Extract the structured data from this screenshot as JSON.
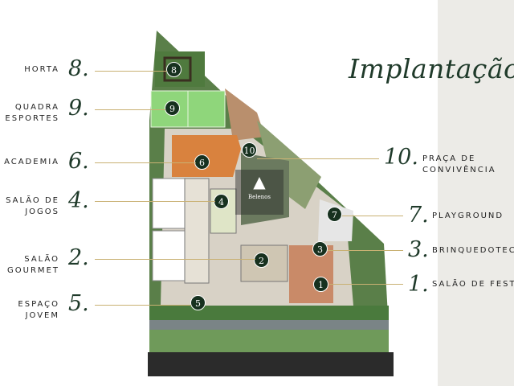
{
  "title": "Implantação",
  "logo_text": "Belenos",
  "amenities_left": [
    {
      "number": "8.",
      "line1": "HORTA",
      "line2": ""
    },
    {
      "number": "9.",
      "line1": "QUADRA",
      "line2": "DE ESPORTES"
    },
    {
      "number": "6.",
      "line1": "ACADEMIA",
      "line2": ""
    },
    {
      "number": "4.",
      "line1": "SALÃO DE",
      "line2": "JOGOS"
    },
    {
      "number": "2.",
      "line1": "SALÃO",
      "line2": "GOURMET"
    },
    {
      "number": "5.",
      "line1": "ESPAÇO",
      "line2": "JOVEM"
    }
  ],
  "amenities_right": [
    {
      "number": "10.",
      "line1": "PRAÇA DE",
      "line2": "CONVIVÊNCIA"
    },
    {
      "number": "7.",
      "line1": "PLAYGROUND",
      "line2": ""
    },
    {
      "number": "3.",
      "line1": "BRINQUEDOTECA",
      "line2": ""
    },
    {
      "number": "1.",
      "line1": "SALÃO DE FESTAS",
      "line2": ""
    }
  ],
  "markers": [
    "8",
    "9",
    "10",
    "6",
    "4",
    "7",
    "3",
    "2",
    "1",
    "5"
  ],
  "colors": {
    "accent": "#1f3a2a",
    "leader": "#c9b173",
    "garden": "#3f6b3a"
  }
}
